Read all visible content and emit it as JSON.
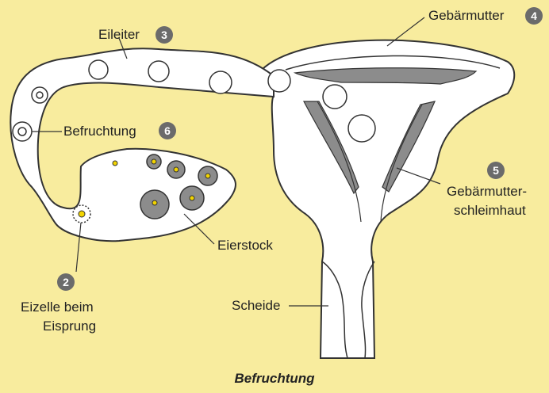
{
  "caption": "Befruchtung",
  "labels": {
    "eileiter": "Eileiter",
    "gebaermutter": "Gebärmutter",
    "befruchtung": "Befruchtung",
    "schleimhaut_line1": "Gebärmutter-",
    "schleimhaut_line2": "schleimhaut",
    "eierstock": "Eierstock",
    "scheide": "Scheide",
    "eizelle_line1": "Eizelle beim",
    "eizelle_line2": "Eisprung"
  },
  "badges": {
    "eizelle": "2",
    "eileiter": "3",
    "gebaermutter": "4",
    "schleimhaut": "5",
    "befruchtung": "6"
  },
  "colors": {
    "background": "#f8ec9e",
    "organ_fill": "#ffffff",
    "outline": "#333333",
    "lining": "#8c8c8c",
    "badge": "#6b6b6b",
    "egg_yolk": "#f2d400"
  }
}
